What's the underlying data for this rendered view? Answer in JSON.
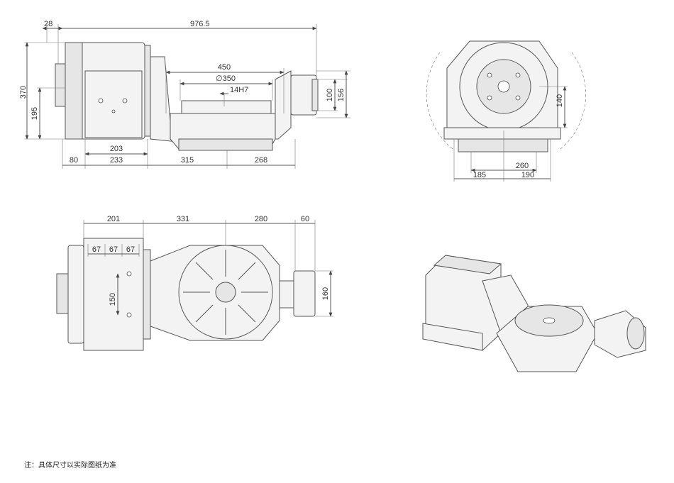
{
  "front_view": {
    "dims": {
      "d28": "28",
      "d976": "976.5",
      "d370": "370",
      "d195": "195",
      "d450": "450",
      "d350": "∅350",
      "d14h7": "14H7",
      "d100": "100",
      "d156": "156",
      "d203": "203",
      "d80": "80",
      "d233": "233",
      "d315": "315",
      "d268": "268"
    }
  },
  "side_view": {
    "dims": {
      "d140": "140",
      "d260": "260",
      "d185": "185",
      "d190": "190"
    }
  },
  "top_view": {
    "dims": {
      "d201": "201",
      "d331": "331",
      "d280": "280",
      "d60": "60",
      "d67a": "67",
      "d67b": "67",
      "d67c": "67",
      "d150": "150",
      "d160": "160"
    }
  },
  "note": "注：具体尺寸以实际图纸为准"
}
